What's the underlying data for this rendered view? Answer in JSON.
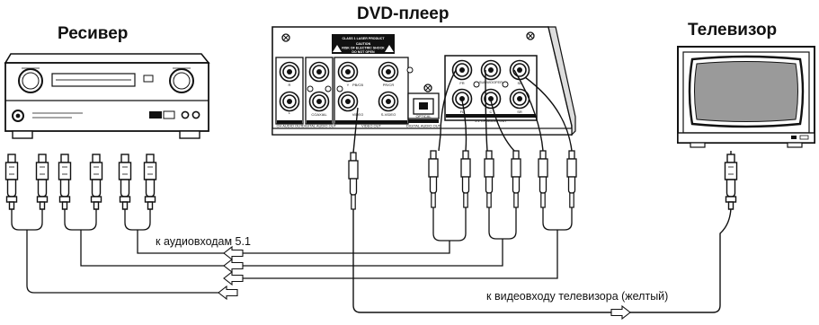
{
  "devices": {
    "receiver": {
      "title": "Ресивер"
    },
    "dvd": {
      "title": "DVD-плеер"
    },
    "tv": {
      "title": "Телевизор"
    }
  },
  "panel": {
    "laser_label": "CLASS 1 LASER PRODUCT",
    "caution_title": "CAUTION",
    "caution_line1": "RISK OF ELECTRIC SHOCK",
    "caution_line2": "DO NOT OPEN",
    "sockets": {
      "audio_out_l": "L",
      "audio_out_r": "R",
      "coaxial": "COAXIAL",
      "y": "Y",
      "pb": "PB/CB",
      "pr": "PR/CR",
      "s_video": "S-VIDEO",
      "video": "VIDEO",
      "subwoofer": "SUBWOOFER",
      "fl": "FL",
      "fr": "FR",
      "c": "C",
      "sl": "SL",
      "sr": "SR"
    },
    "group_labels": {
      "audio_out": "CH AUDIO OUT",
      "digital_coax": "DIGITAL AUDIO OUT",
      "video_out": "VIDEO OUT",
      "optical": "OPTICAL",
      "digital_opt": "DIGITAL AUDIO OUT",
      "ch51": "5.1 CH AUDIO OUT"
    }
  },
  "notes": {
    "audio": "к аудиовходам 5.1",
    "video": "к видеовходу телевизора (желтый)"
  },
  "colors": {
    "line": "#111111",
    "fill": "#ffffff",
    "shade": "#9a9a9a"
  }
}
